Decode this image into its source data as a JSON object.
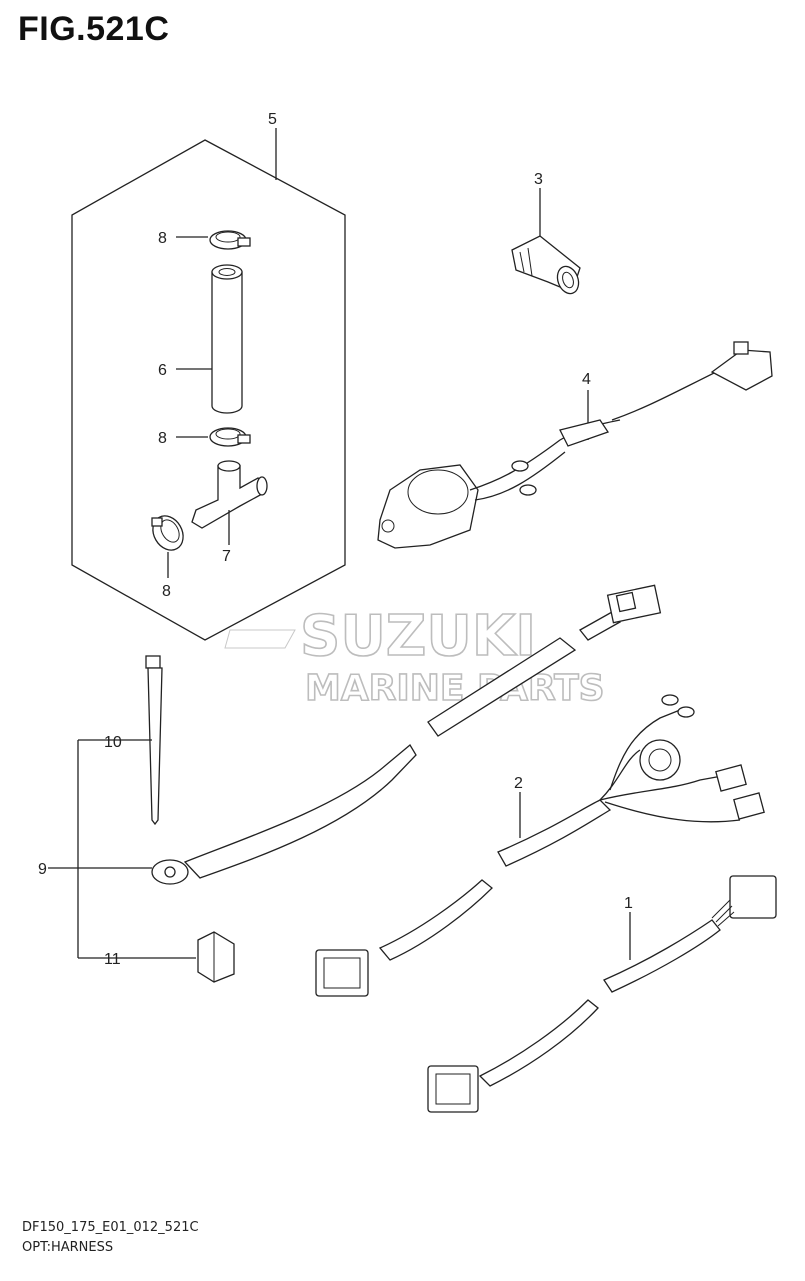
{
  "figure": {
    "title": "FIG.521C",
    "model_code": "DF150_175_E01_012_521C",
    "caption": "OPT:HARNESS"
  },
  "watermark": {
    "line1": "SUZUKI",
    "line2": "MARINE PARTS"
  },
  "callouts": {
    "c1": "1",
    "c2": "2",
    "c3": "3",
    "c4": "4",
    "c5": "5",
    "c6": "6",
    "c7": "7",
    "c8a": "8",
    "c8b": "8",
    "c8c": "8",
    "c9": "9",
    "c10": "10",
    "c11": "11"
  }
}
